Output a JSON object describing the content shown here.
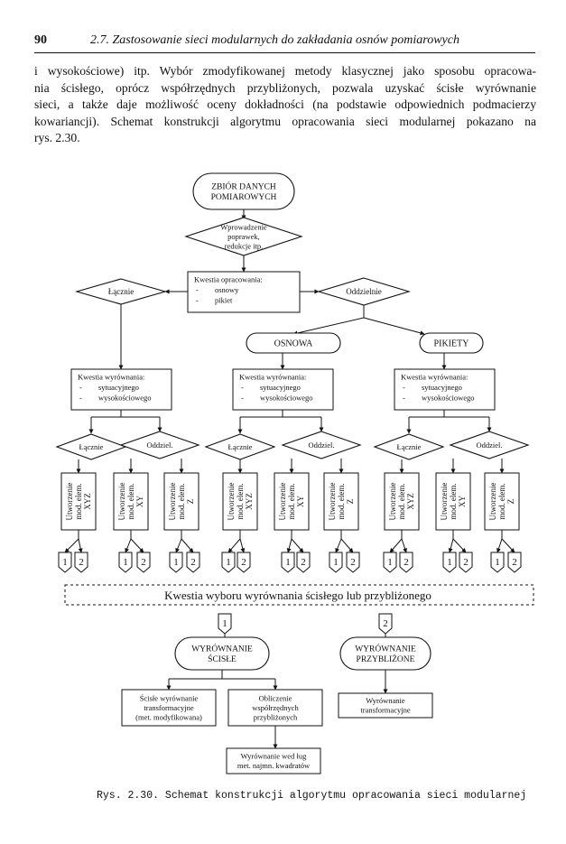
{
  "header": {
    "page_number": "90",
    "title": "2.7. Zastosowanie sieci modularnych do zakładania osnów pomiarowych"
  },
  "paragraph": {
    "lines": [
      "i wysokościowe) itp. Wybór zmodyfikowanej metody klasycznej jako sposobu opracowa-",
      "nia ścisłego, oprócz współrzędnych przybliżonych, pozwala uzyskać ścisłe wyrównanie",
      "sieci, a także daje możliwość oceny dokładności (na podstawie odpowiednich podmacierzy",
      "kowariancji). Schemat konstrukcji algorytmu opracowania sieci modularnej pokazano na",
      "rys. 2.30."
    ]
  },
  "diagram": {
    "start": [
      "ZBIÓR DANYCH",
      "POMIAROWYCH"
    ],
    "corrections": [
      "Wprowadzenie",
      "poprawek,",
      "redukcje itp."
    ],
    "question_main": {
      "title": "Kwestia opracowania:",
      "items": [
        "osnowy",
        "pikiet"
      ],
      "bullet": "-"
    },
    "joint": "Łącznie",
    "separate": "Oddzielnie",
    "osnowa": "OSNOWA",
    "pikiety": "PIKIETY",
    "adjust_question": {
      "title": "Kwestia wyrównania:",
      "items": [
        "sytuacyjnego",
        "wysokościowego"
      ],
      "bullet": "-"
    },
    "joint_short": "Łącznie",
    "separate_short": "Oddziel.",
    "element_xyz": [
      "Utworzenie",
      "mod. elem.",
      "XYZ"
    ],
    "element_xy": [
      "Utworzenie",
      "mod. elem.",
      "XY"
    ],
    "element_z": [
      "Utworzenie",
      "mod. elem.",
      "Z"
    ],
    "connector_1": "1",
    "connector_2": "2",
    "choice_bar": "Kwestia wyboru wyrównania ścisłego lub przybliżonego",
    "rigorous": [
      "WYRÓWNANIE",
      "ŚCISŁE"
    ],
    "approximate": [
      "WYRÓWNANIE",
      "PRZYBLIŻONE"
    ],
    "rigorous_transform": [
      "Ścisłe wyrównanie",
      "transformacyjne",
      "(met. modyfikowana)"
    ],
    "approx_coords": [
      "Obliczenie",
      "współrzędnych",
      "przybliżonych"
    ],
    "least_squares": [
      "Wyrównanie wed ług",
      "met. najmn. kwadratów"
    ],
    "transform_adjust": [
      "Wyrównanie",
      "transformacyjne"
    ]
  },
  "caption": "Rys. 2.30. Schemat konstrukcji algorytmu opracowania sieci modularnej"
}
